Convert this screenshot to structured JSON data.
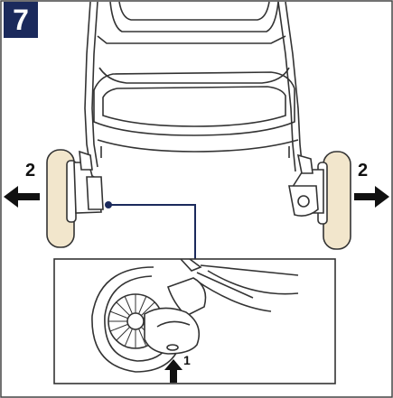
{
  "step": {
    "number": "7"
  },
  "labels": {
    "left_arrow": "2",
    "right_arrow": "2",
    "inset_arrow": "1"
  },
  "colors": {
    "badge": "#1b2a5c",
    "line": "#1b2a5c",
    "wheel": "#f2e6cc",
    "frame": "#444444"
  },
  "icons": [
    "arrow-left-icon",
    "arrow-right-icon",
    "arrow-up-icon"
  ]
}
